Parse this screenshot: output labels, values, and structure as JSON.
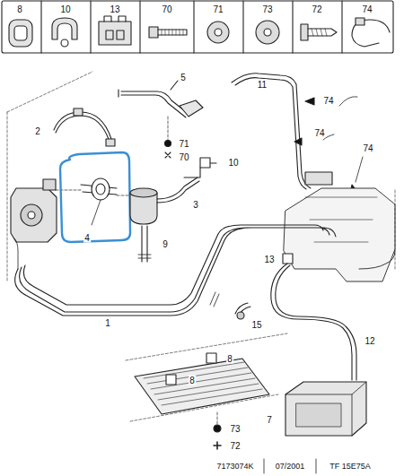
{
  "diagram": {
    "labels": [
      "8",
      "10",
      "13",
      "70",
      "71",
      "73",
      "72",
      "74",
      "5",
      "2",
      "71",
      "70",
      "10",
      "3",
      "4",
      "9",
      "11",
      "74",
      "74",
      "74",
      "1",
      "15",
      "13",
      "12",
      "8",
      "8",
      "7",
      "73",
      "72",
      "7173074K",
      "07/2001",
      "TF 15E75A"
    ]
  }
}
